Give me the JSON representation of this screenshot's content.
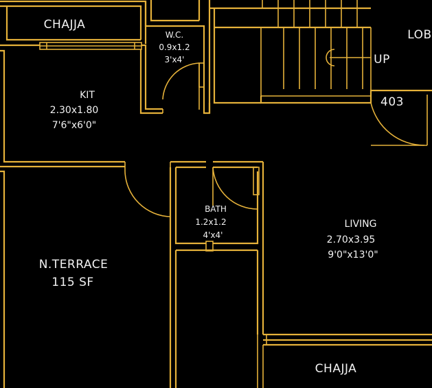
{
  "colors": {
    "wall": "#e6b23a",
    "label": "#f2f2f2",
    "background": "#000000"
  },
  "rooms": {
    "chajja_top": {
      "name": "CHAJJA"
    },
    "wc": {
      "name": "W.C.",
      "size_m": "0.9x1.2",
      "size_ft": "3'x4'"
    },
    "kit": {
      "name": "KIT",
      "size_m": "2.30x1.80",
      "size_ft": "7'6\"x6'0\""
    },
    "stair": {
      "up_label": "UP"
    },
    "lobby": {
      "name": "LOB"
    },
    "flat": {
      "number": "403"
    },
    "bath": {
      "name": "BATH",
      "size_m": "1.2x1.2",
      "size_ft": "4'x4'"
    },
    "living": {
      "name": "LIVING",
      "size_m": "2.70x3.95",
      "size_ft": "9'0\"x13'0\""
    },
    "terrace": {
      "name": "N.TERRACE",
      "area": "115 SF"
    },
    "chajja_bottom": {
      "name": "CHAJJA"
    }
  }
}
